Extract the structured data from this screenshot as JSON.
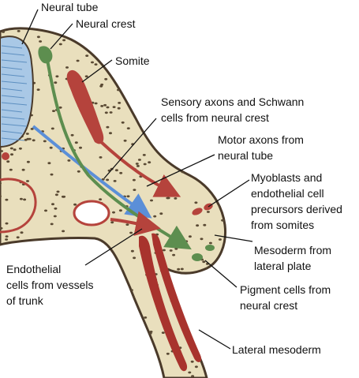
{
  "labels": {
    "neural_tube": "Neural tube",
    "neural_crest": "Neural crest",
    "somite": "Somite",
    "sensory_axons_line1": "Sensory axons and Schwann",
    "sensory_axons_line2": "cells from neural crest",
    "motor_axons_line1": "Motor axons from",
    "motor_axons_line2": "neural tube",
    "myoblasts_line1": "Myoblasts and",
    "myoblasts_line2": "endothelial cell",
    "myoblasts_line3": "precursors derived",
    "myoblasts_line4": "from somites",
    "mesoderm_line1": "Mesoderm from",
    "mesoderm_line2": "lateral plate",
    "endothelial_line1": "Endothelial",
    "endothelial_line2": "cells from vessels",
    "endothelial_line3": "of trunk",
    "pigment_line1": "Pigment cells from",
    "pigment_line2": "neural crest",
    "lateral_mesoderm": "Lateral mesoderm"
  },
  "colors": {
    "tissue_fill": "#e9dfbd",
    "tissue_border": "#4a3a2a",
    "neural_tube_fill": "#a9c8e6",
    "neural_tube_lines": "#5d8fc0",
    "somite_red": "#b5433c",
    "vessel_red": "#a8332d",
    "neural_crest_green": "#5d8e4f",
    "motor_axon_blue": "#5b8fd8",
    "cell_dot": "#5a4a34",
    "text": "#111111"
  }
}
